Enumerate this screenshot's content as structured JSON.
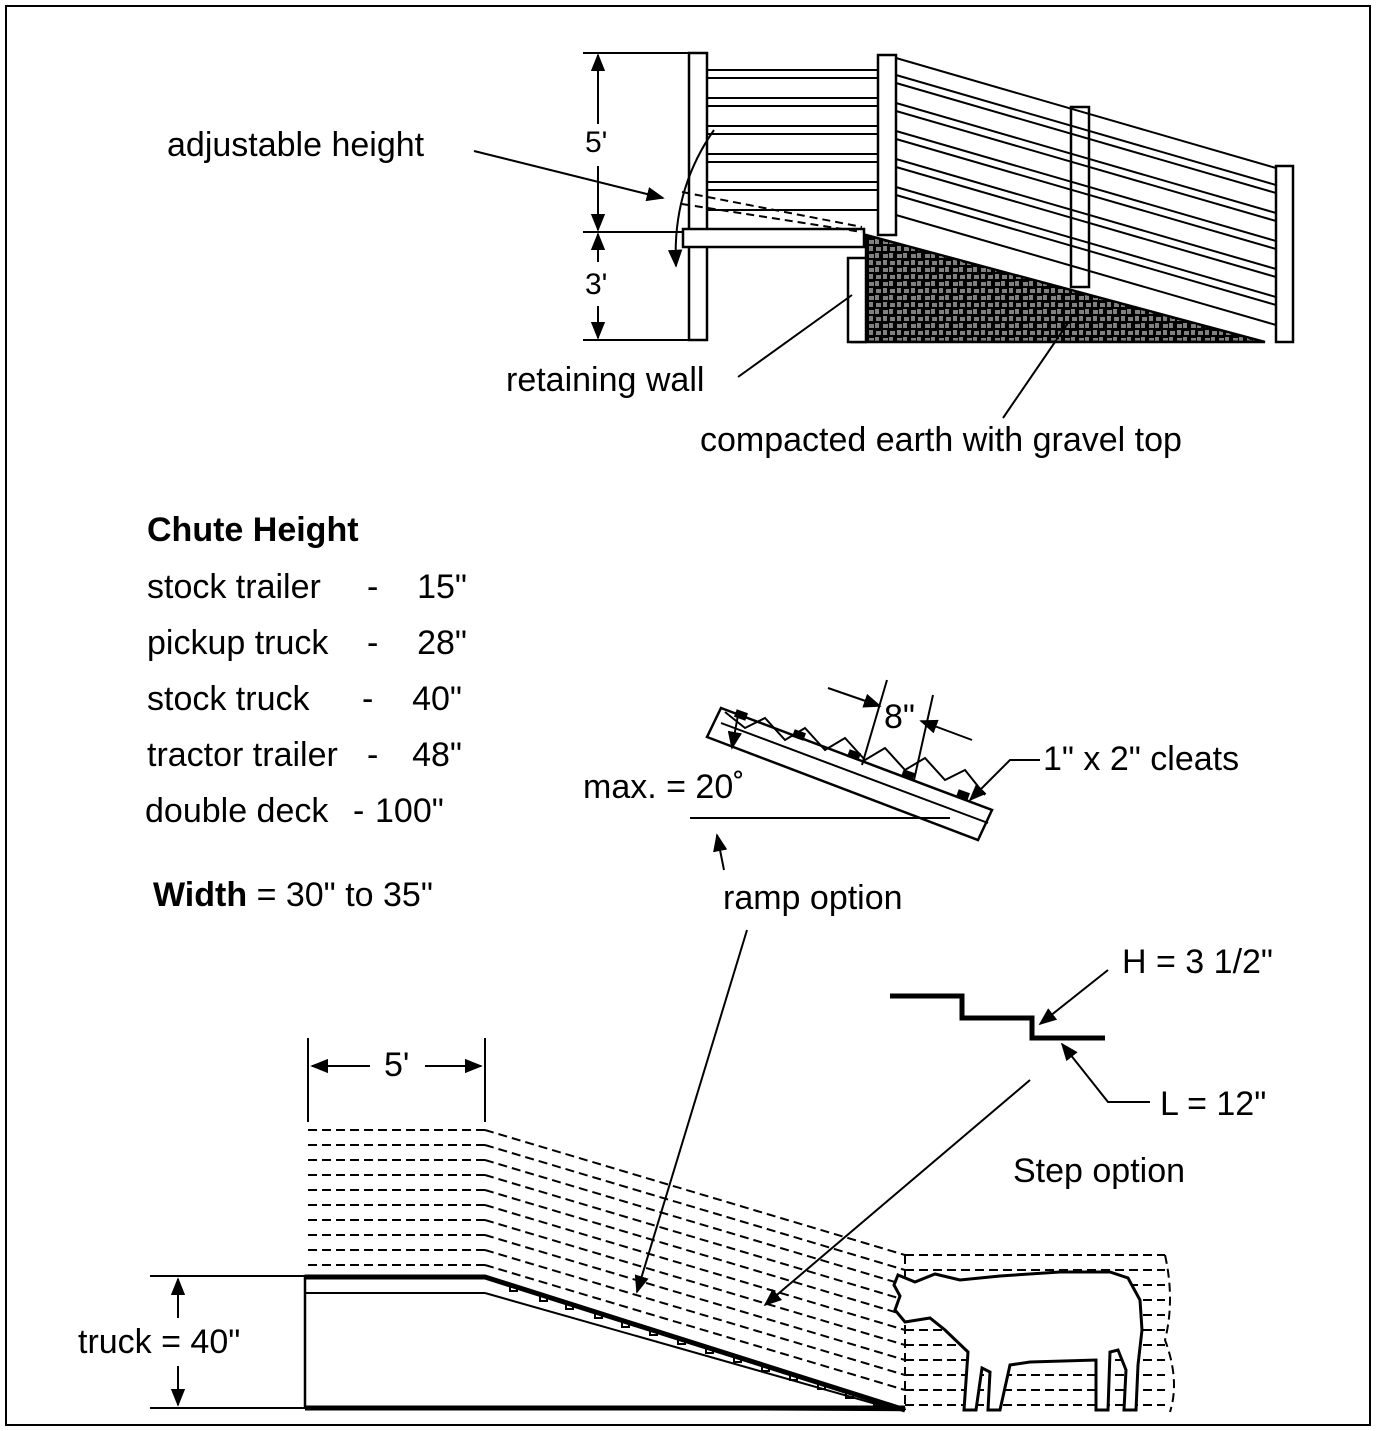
{
  "top_section": {
    "adjustable_height": "adjustable height",
    "dim_upper": "5'",
    "dim_lower": "3'",
    "retaining_wall": "retaining wall",
    "compacted_earth": "compacted earth with gravel top"
  },
  "chute_height": {
    "heading": "Chute Height",
    "rows": [
      {
        "name": "stock trailer",
        "sep": "-",
        "value": "15\""
      },
      {
        "name": "pickup truck",
        "sep": "-",
        "value": "28\""
      },
      {
        "name": "stock truck",
        "sep": "-",
        "value": "40\""
      },
      {
        "name": "tractor trailer",
        "sep": "-",
        "value": "48\""
      },
      {
        "name": "double deck",
        "sep": "-",
        "value": "100\""
      }
    ],
    "width_label": "Width",
    "width_value": "= 30\" to 35\""
  },
  "ramp_detail": {
    "spacing": "8\"",
    "cleats": "1\" x 2\" cleats",
    "max_angle": "max. = 20˚",
    "ramp_option": "ramp option"
  },
  "step_detail": {
    "height": "H = 3 1/2\"",
    "length": "L = 12\"",
    "step_option": "Step option"
  },
  "bottom_section": {
    "dim_5ft": "5'",
    "truck": "truck = 40\""
  },
  "colors": {
    "ink": "#000000",
    "background": "#ffffff"
  }
}
